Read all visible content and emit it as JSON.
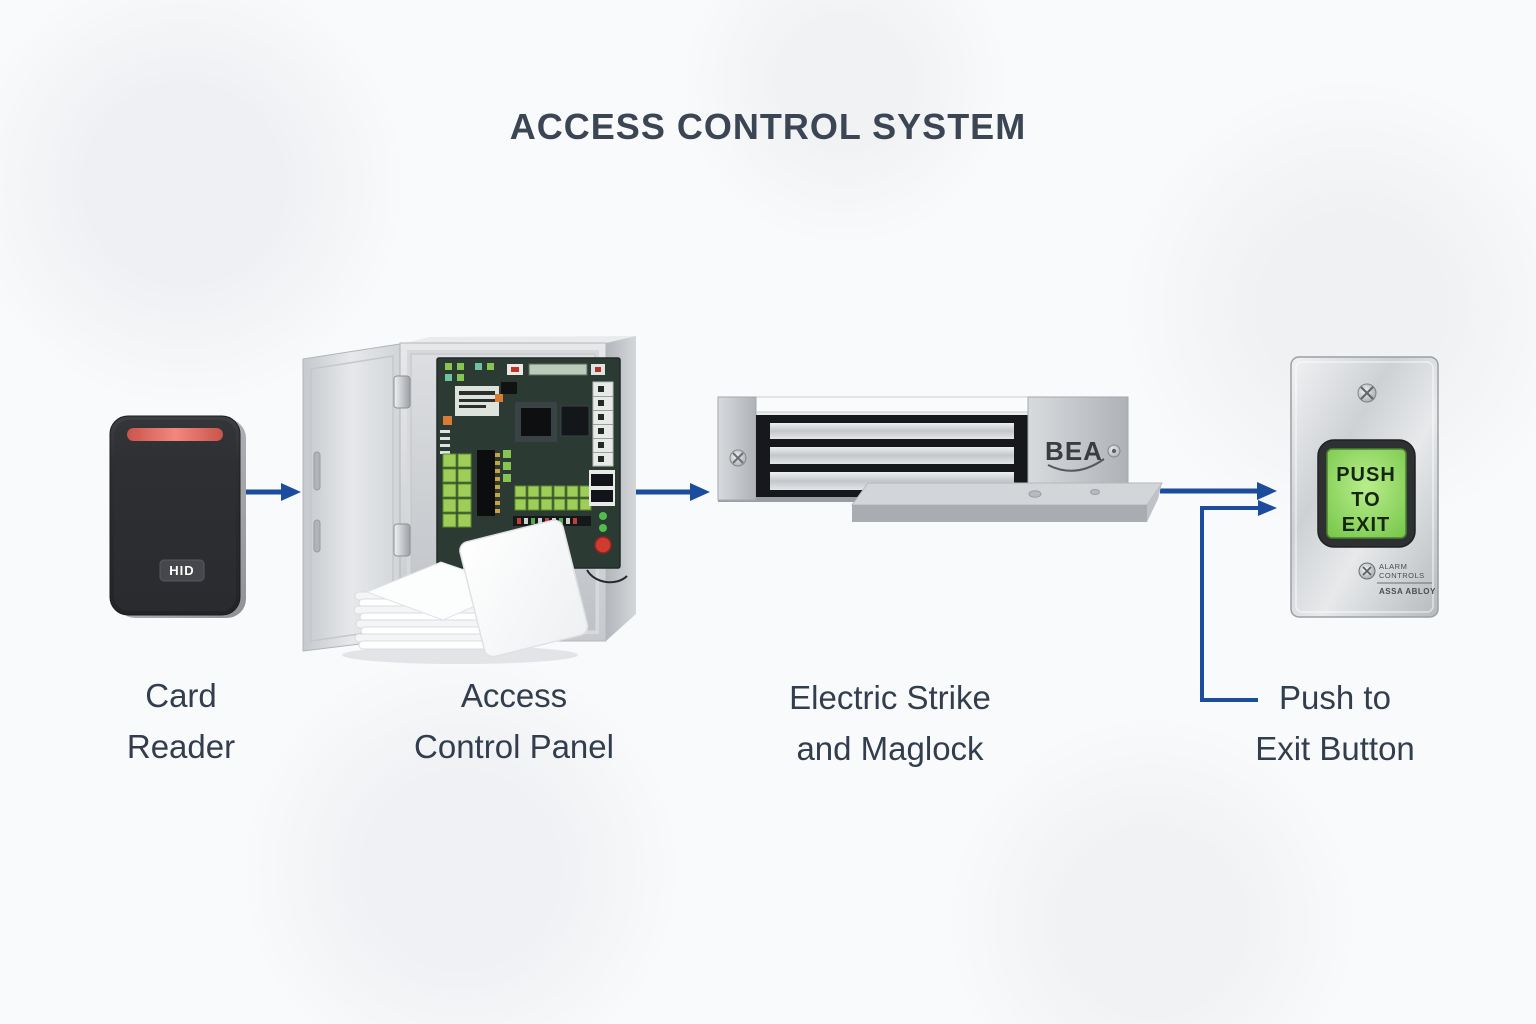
{
  "title": "ACCESS CONTROL SYSTEM",
  "labels": {
    "card_reader": {
      "line1": "Card",
      "line2": "Reader"
    },
    "panel": {
      "line1": "Access",
      "line2": "Control Panel"
    },
    "maglock": {
      "line1": "Electric Strike",
      "line2": "and Maglock"
    },
    "exit": {
      "line1": "Push to",
      "line2": "Exit Button"
    }
  },
  "devices": {
    "card_reader": {
      "brand": "HID",
      "led_color": "#e8695f",
      "body_color": "#2b2c2f"
    },
    "maglock": {
      "brand": "BEA"
    },
    "exit_button": {
      "line1": "PUSH",
      "line2": "TO",
      "line3": "EXIT",
      "maker_line1": "ALARM",
      "maker_line2": "CONTROLS",
      "maker_sub": "ASSA ABLOY",
      "button_color": "#86d45c"
    }
  },
  "colors": {
    "arrow": "#1b4c9e",
    "title_text": "#3b4554",
    "label_text": "#323d4d",
    "pcb_green": "#2b3a33",
    "terminal_lime": "#9fce58",
    "alert_red": "#d03a31"
  }
}
